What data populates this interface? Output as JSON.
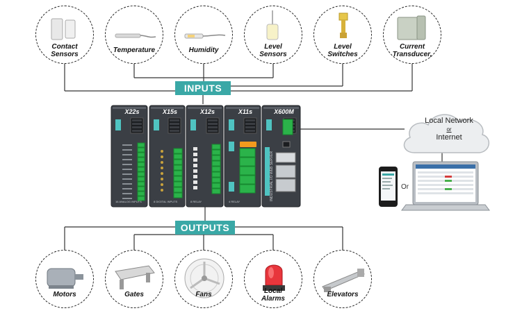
{
  "inputs_label": "INPUTS",
  "outputs_label": "OUTPUTS",
  "inputs": [
    {
      "label": "Contact\nSensors",
      "icon": "contact-sensor-icon"
    },
    {
      "label": "Temperature",
      "icon": "temperature-probe-icon"
    },
    {
      "label": "Humidity",
      "icon": "humidity-sensor-icon"
    },
    {
      "label": "Level\nSensors",
      "icon": "level-sensor-icon"
    },
    {
      "label": "Level\nSwitches",
      "icon": "level-switch-icon"
    },
    {
      "label": "Current\nTransducer,",
      "icon": "current-transducer-icon"
    }
  ],
  "outputs": [
    {
      "label": "Motors",
      "icon": "motor-icon"
    },
    {
      "label": "Gates",
      "icon": "gate-icon"
    },
    {
      "label": "Fans",
      "icon": "fan-icon"
    },
    {
      "label": "Local\nAlarms",
      "icon": "alarm-light-icon"
    },
    {
      "label": "Elevators",
      "icon": "elevator-icon"
    }
  ],
  "modules": [
    {
      "model": "X22s",
      "caption": "16 ANALOG INPUTS"
    },
    {
      "model": "X15s",
      "caption": "8 DIGITAL INPUTS"
    },
    {
      "model": "X12s",
      "caption": "8 RELAY"
    },
    {
      "model": "X11s",
      "caption": "4 RELAY"
    },
    {
      "model": "X600M",
      "caption": "INDUSTRIAL I/O WEB SERVER"
    }
  ],
  "cloud": {
    "line1": "Local Network",
    "or": "or",
    "line2": "Internet"
  },
  "or_label": "Or",
  "colors": {
    "banner": "#3aa8a6",
    "module_body": "#3b3f45",
    "terminal_green": "#2bb34a",
    "relay_orange": "#f39a1e",
    "line": "#333333"
  }
}
